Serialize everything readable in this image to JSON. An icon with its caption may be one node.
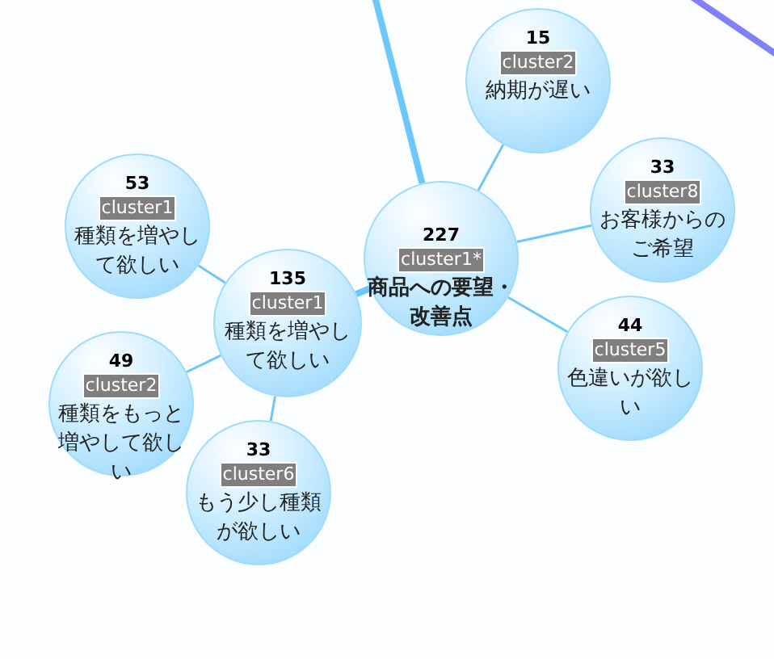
{
  "diagram": {
    "nodes": [
      {
        "text": [
          "227",
          "cluster1*",
          "商品への要望・改善点"
        ]
      },
      {
        "text": [
          "15",
          "cluster2",
          "納期が遅い"
        ]
      },
      {
        "text": [
          "33",
          "cluster8",
          "お客様からのご希望"
        ]
      },
      {
        "text": [
          "44",
          "cluster5",
          "色違いが欲しい"
        ]
      },
      {
        "text": [
          "135",
          "cluster1",
          "種類を増やして欲しい"
        ]
      },
      {
        "text": [
          "53",
          "cluster1",
          "種類を増やして欲しい"
        ]
      },
      {
        "text": [
          "49",
          "cluster2",
          "種類をもっと増やして欲しい"
        ]
      },
      {
        "text": [
          "33",
          "cluster6",
          "もう少し種類が欲しい"
        ]
      }
    ],
    "edges": [
      {
        "from": 0,
        "to": null,
        "arrow": "none",
        "style": "thick"
      },
      {
        "from": 0,
        "to": 1,
        "arrow": "none"
      },
      {
        "from": 0,
        "to": 2,
        "arrow": "none"
      },
      {
        "from": 0,
        "to": 3,
        "arrow": "none"
      },
      {
        "from": 0,
        "to": 4,
        "arrow": "none",
        "style": "thick"
      },
      {
        "from": 4,
        "to": 5,
        "arrow": "none"
      },
      {
        "from": 4,
        "to": 6,
        "arrow": "none"
      },
      {
        "from": 4,
        "to": 7,
        "arrow": "none"
      }
    ]
  }
}
